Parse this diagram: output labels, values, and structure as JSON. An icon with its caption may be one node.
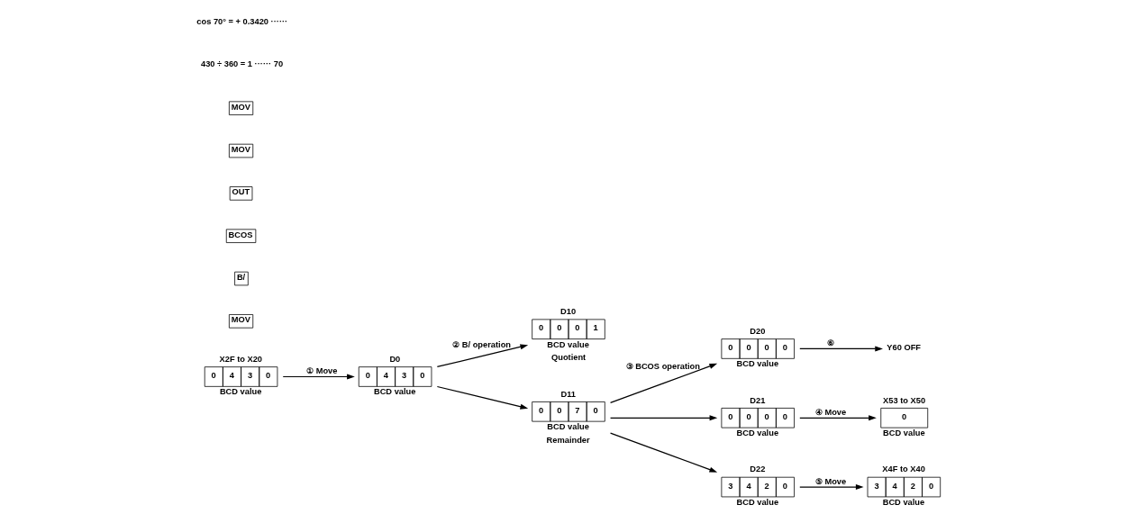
{
  "diagram": {
    "nodes": [
      {
        "text": [
          "X2F to X20",
          "0",
          "4",
          "3",
          "0"
        ],
        "beside": [
          "BCD value"
        ]
      },
      {
        "text": [
          "D0",
          "0",
          "4",
          "3",
          "0"
        ],
        "beside": [
          "BCD value"
        ]
      },
      {
        "text": [
          "D10",
          "0",
          "0",
          "0",
          "1"
        ],
        "beside": [
          "BCD value",
          "Quotient"
        ]
      },
      {
        "text": [
          "D11",
          "0",
          "0",
          "7",
          "0"
        ],
        "beside": [
          "BCD value",
          "Remainder"
        ]
      },
      {
        "text": [
          "D20",
          "0",
          "0",
          "0",
          "0"
        ],
        "beside": [
          "BCD value"
        ]
      },
      {
        "text": [
          "Y60 OFF"
        ]
      },
      {
        "text": [
          "D21",
          "0",
          "0",
          "0",
          "0"
        ],
        "beside": [
          "BCD value"
        ]
      },
      {
        "text": [
          "X53 to X50",
          "0"
        ],
        "beside": [
          "BCD value"
        ]
      },
      {
        "text": [
          "D22",
          "3",
          "4",
          "2",
          "0"
        ],
        "beside": [
          "BCD value"
        ]
      },
      {
        "text": [
          "X4F to X40",
          "3",
          "4",
          "2",
          "0"
        ],
        "beside": [
          "BCD value"
        ]
      }
    ],
    "edges": [
      {
        "from": 0,
        "to": 1,
        "arrow": "to",
        "label": "① Move"
      },
      {
        "from": 1,
        "to": 2,
        "arrow": "to",
        "label": "② B/ operation"
      },
      {
        "from": 1,
        "to": 3,
        "arrow": "to"
      },
      {
        "from": 3,
        "to": 4,
        "arrow": "to",
        "label": "③ BCOS operation"
      },
      {
        "from": 3,
        "to": 6,
        "arrow": "to"
      },
      {
        "from": 3,
        "to": 8,
        "arrow": "to"
      },
      {
        "from": 4,
        "to": 5,
        "arrow": "to",
        "label": "⑥"
      },
      {
        "from": 6,
        "to": 7,
        "arrow": "to",
        "label": "④ Move"
      },
      {
        "from": 8,
        "to": 9,
        "arrow": "to",
        "label": "⑤ Move"
      }
    ],
    "labels": [
      "MOV",
      "B/",
      "BCOS",
      "OUT",
      "MOV",
      "MOV",
      "430 ÷ 360 = 1 ······ 70",
      "cos 70° = + 0.3420 ······"
    ]
  }
}
